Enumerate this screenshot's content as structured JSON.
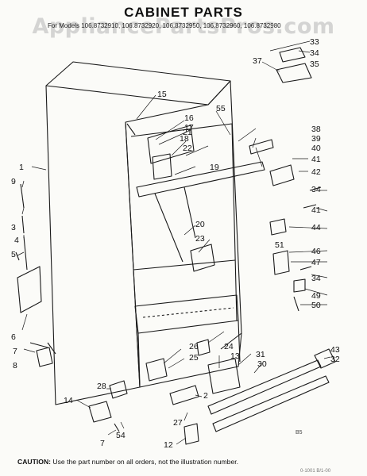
{
  "title": "CABINET PARTS",
  "models_line": "For Models 106.8732910, 106.8732920, 106.8732950, 106.8732960, 106.8732980",
  "watermark": "AppliancePartsPros.com",
  "caution": {
    "prefix": "CAUTION:",
    "text": "Use the part number on all orders, not the illustration number."
  },
  "footer_code": "0-1001  B/1-00",
  "figure_mark": "B5",
  "part_numbers": [
    "1",
    "2",
    "3",
    "4",
    "5",
    "6",
    "7",
    "8",
    "9",
    "12",
    "13",
    "14",
    "15",
    "16",
    "17",
    "18",
    "19",
    "20",
    "21",
    "22",
    "23",
    "24",
    "25",
    "26",
    "27",
    "28",
    "30",
    "31",
    "32",
    "33",
    "34",
    "35",
    "37",
    "38",
    "39",
    "40",
    "41",
    "42",
    "43",
    "44",
    "46",
    "47",
    "49",
    "50",
    "51",
    "54",
    "55"
  ]
}
